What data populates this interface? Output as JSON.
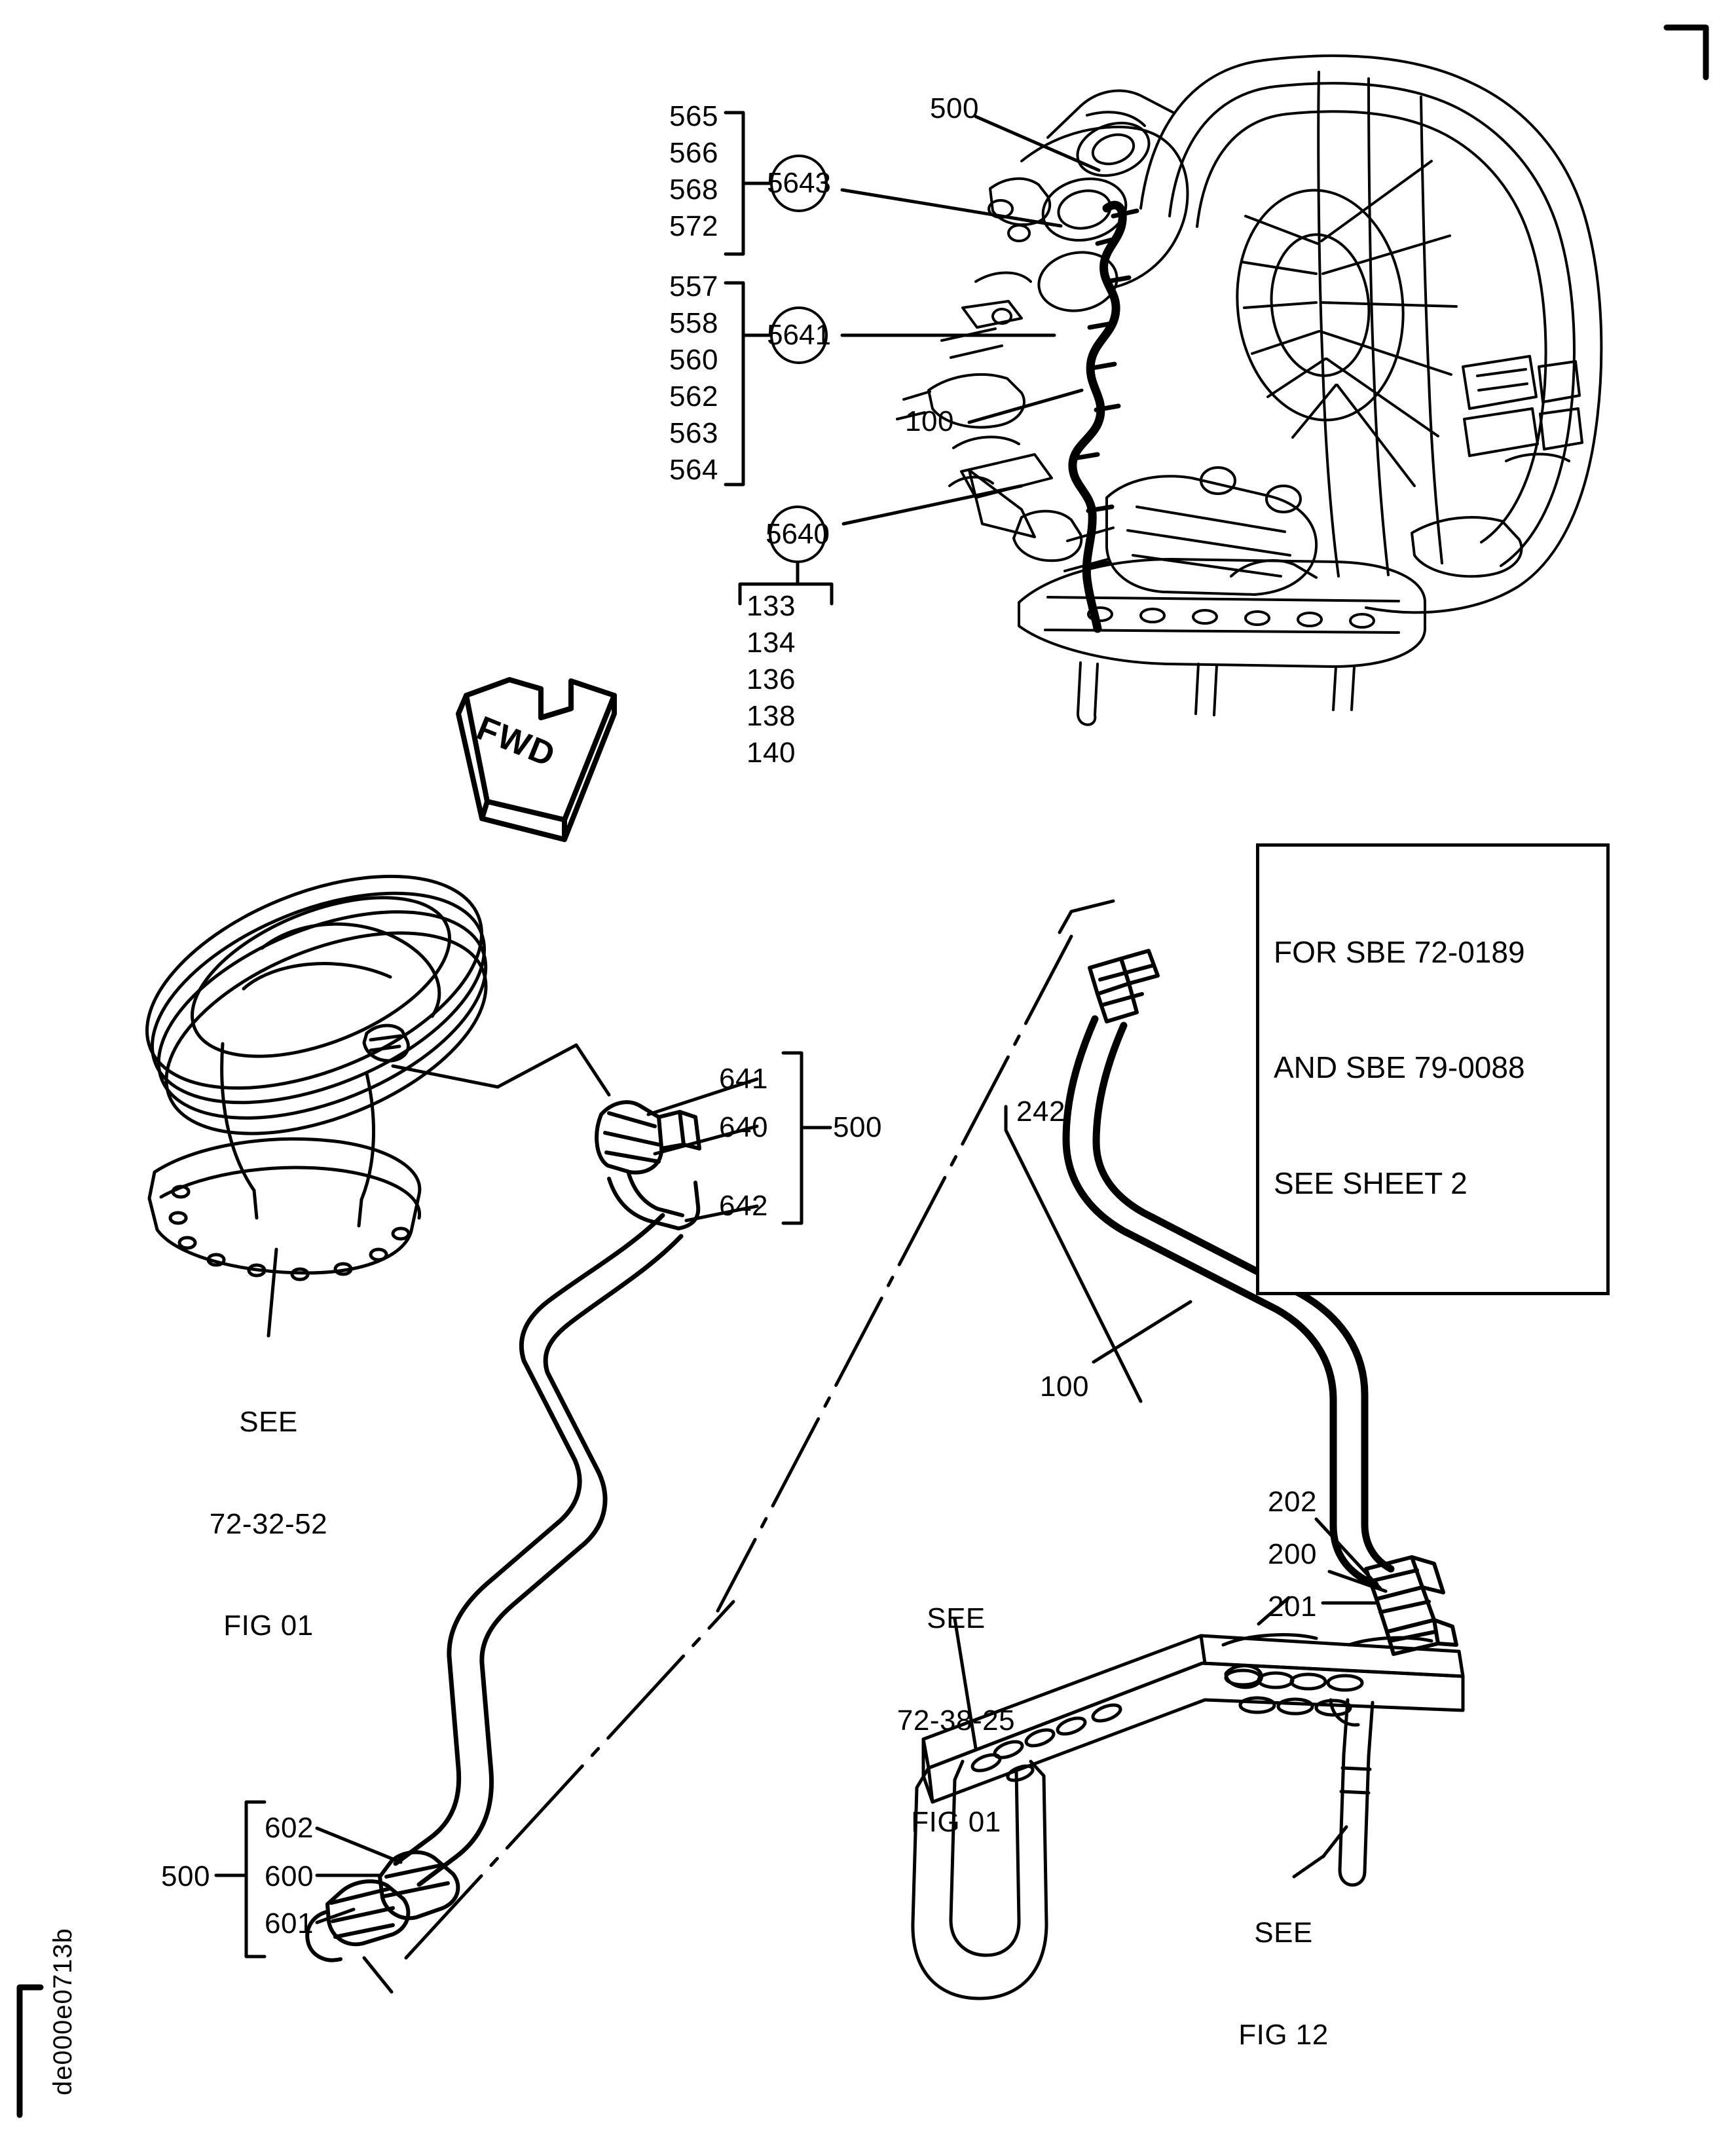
{
  "sheet": {
    "drawing_code": "de000e0713b",
    "corner_mark": "registration-corner"
  },
  "note_box": {
    "line1": "FOR SBE 72-0189",
    "line2": "AND SBE 79-0088",
    "line3": "SEE SHEET 2"
  },
  "fwd_arrow": {
    "label": "FWD"
  },
  "top_view": {
    "group_5643": {
      "callout": "5643",
      "items": [
        "565",
        "566",
        "568",
        "572"
      ]
    },
    "group_5641": {
      "callout": "5641",
      "items": [
        "557",
        "558",
        "560",
        "562",
        "563",
        "564"
      ]
    },
    "group_5640": {
      "callout": "5640",
      "items": [
        "133",
        "134",
        "136",
        "138",
        "140"
      ]
    },
    "item_500": "500",
    "item_100": "100"
  },
  "lower_left_view": {
    "see_ref": {
      "line1": "SEE",
      "line2": "72-32-52",
      "line3": "FIG 01"
    },
    "fitting_group": {
      "bracket_label": "500",
      "items": [
        "641",
        "640",
        "642"
      ]
    },
    "end_group": {
      "bracket_label": "500",
      "items": [
        "602",
        "600",
        "601"
      ]
    }
  },
  "lower_right_view": {
    "item_242": "242",
    "item_100": "100",
    "end_group_items": [
      "202",
      "200",
      "201"
    ],
    "see_ref_bracket": {
      "line1": "SEE",
      "line2": "72-38-25",
      "line3": "FIG 01"
    },
    "see_ref_fig12": {
      "line1": "SEE",
      "line2": "FIG 12"
    }
  },
  "colors": {
    "ink": "#000000",
    "paper": "#ffffff"
  }
}
